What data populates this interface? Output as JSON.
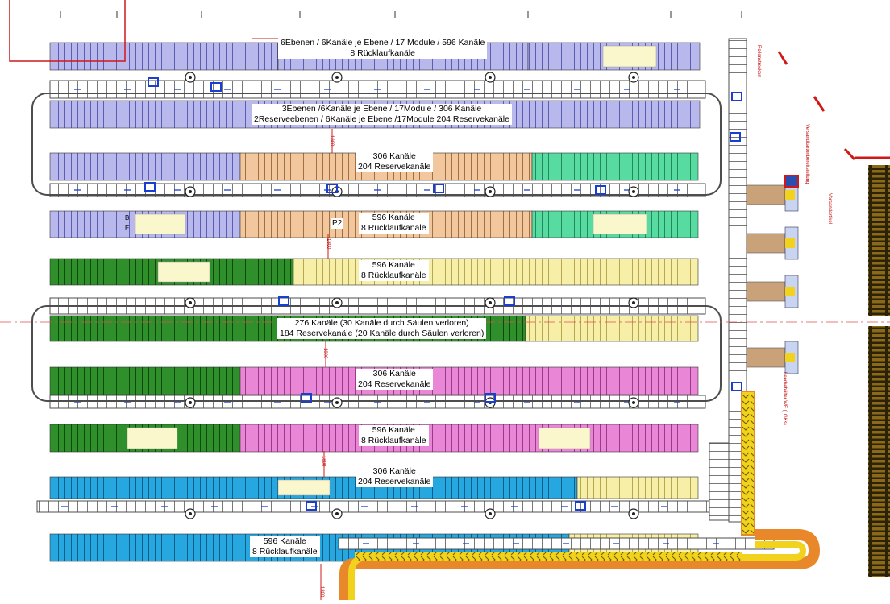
{
  "colors": {
    "lavender": "#b8b8ec",
    "peach": "#f2c79e",
    "mint": "#57dba0",
    "green": "#2f8f2a",
    "yellow": "#f7efa8",
    "pink": "#ea86d6",
    "cyan": "#26a7e0",
    "cream": "#fbf7cc",
    "conveyor": "#4d4d4d",
    "red": "#d01818",
    "orange": "#e9882a",
    "gold": "#f1d21d",
    "brown": "#7a5a1a"
  },
  "labels": {
    "row1_line1": "6Ebenen / 6Kanäle je Ebene / 17 Module / 596 Kanäle",
    "row1_line2": "8 Rücklaufkanäle",
    "row2_line1": "3Ebenen /6Kanäle je Ebene / 17Module / 306 Kanäle",
    "row2_line2": "2Reserveebenen / 6Kanäle je Ebene /17Module 204 Reservekanäle",
    "row3_line1": "306 Kanäle",
    "row3_line2": "204 Reservekanäle",
    "row4_line1": "596 Kanäle",
    "row4_line2": "8 Rücklaufkanäle",
    "row5_line1": "596 Kanäle",
    "row5_line2": "8 Rücklaufkanäle",
    "row6_line1": "276 Kanäle (30 Kanäle durch Säulen verloren)",
    "row6_line2": "184 Reservekanäle (20 Kanäle durch Säulen verloren)",
    "row7_line1": "306 Kanäle",
    "row7_line2": "204 Reservekanäle",
    "row8_line1": "596 Kanäle",
    "row8_line2": "8 Rücklaufkanäle",
    "row9_line1": "306 Kanäle",
    "row9_line2": "204 Reservekanäle",
    "row10_line1": "596 Kanäle",
    "row10_line2": "8 Rücklaufkanäle",
    "p2": "P2",
    "b": "B",
    "e": "E",
    "dim_1": "1800",
    "dim_2": "1800",
    "dim_3": "1800",
    "dim_4": "1800",
    "dim_5": "1800",
    "red_note_1": "Rollenstrecken",
    "red_note_2": "Versandartikel",
    "red_note_3": "Leerbehälter WE (LGKs)",
    "red_note_4": "Versandkartonbereitstellung"
  }
}
